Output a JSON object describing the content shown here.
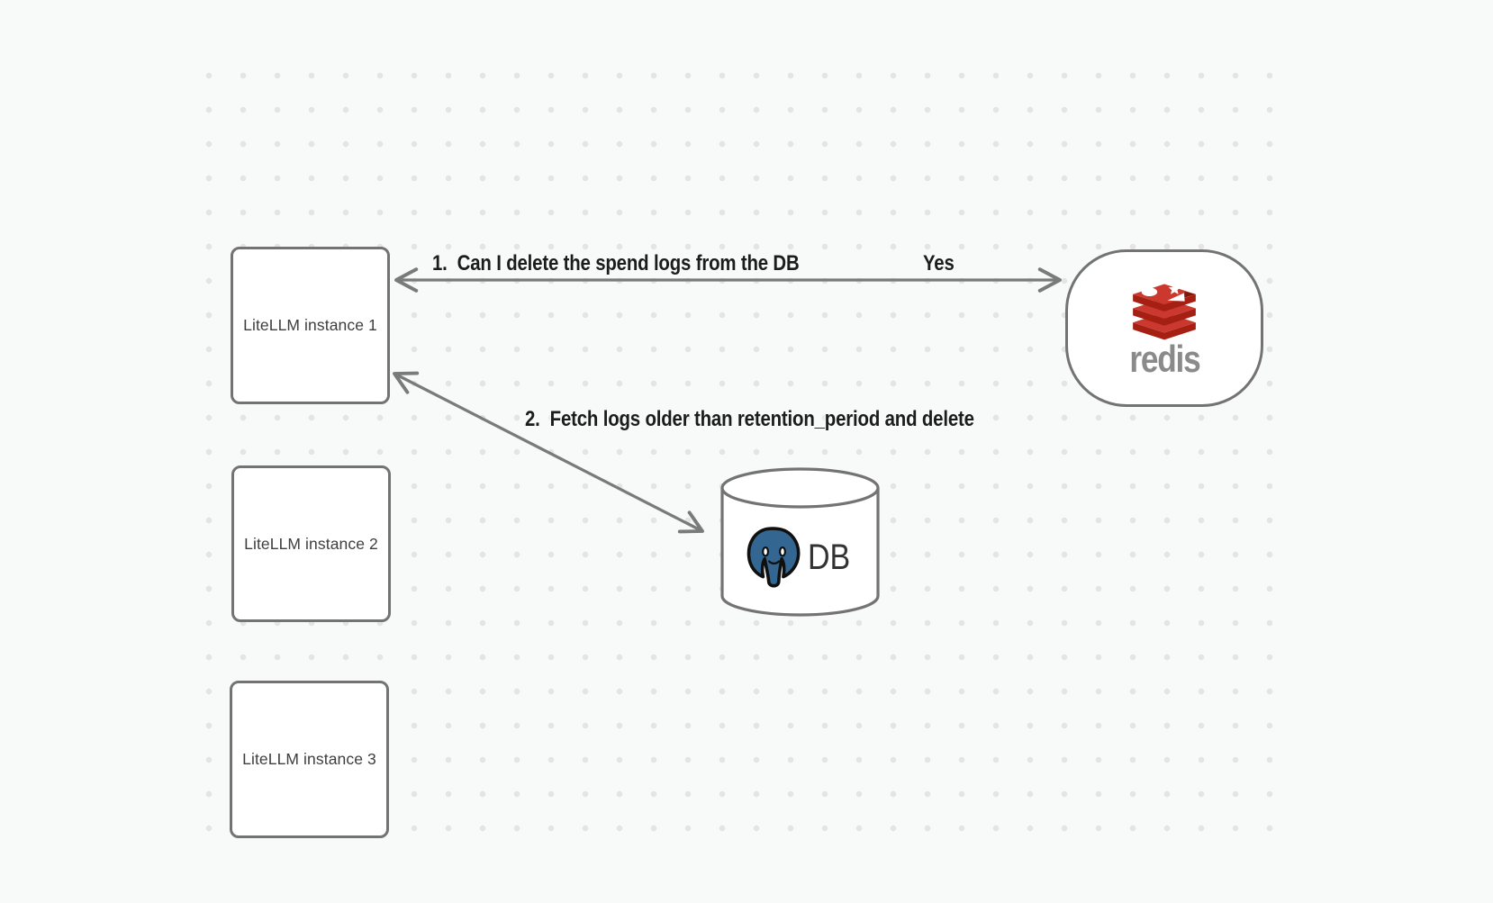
{
  "diagram": {
    "background_color": "#f8f9f9",
    "dot_color": "#e4e4e7",
    "stroke_color": "#7a7a7a",
    "label_color": "#1c1c1c",
    "nodes": {
      "instances": [
        {
          "label": "LiteLLM instance 1"
        },
        {
          "label": "LiteLLM instance 2"
        },
        {
          "label": "LiteLLM instance 3"
        }
      ],
      "redis": {
        "wordmark": "redis",
        "icon": "redis-stack-icon",
        "brand_red": "#cb392e",
        "brand_red_dark": "#a52013",
        "wordmark_color": "#8a8a8a"
      },
      "db": {
        "label": "DB",
        "icon": "postgresql-elephant-icon",
        "postgres_blue": "#336791"
      }
    },
    "edges": [
      {
        "question": "1.  Can I delete the spend logs from the DB",
        "answer": "Yes"
      },
      {
        "label": "2.  Fetch logs older than retention_period and delete"
      }
    ]
  }
}
